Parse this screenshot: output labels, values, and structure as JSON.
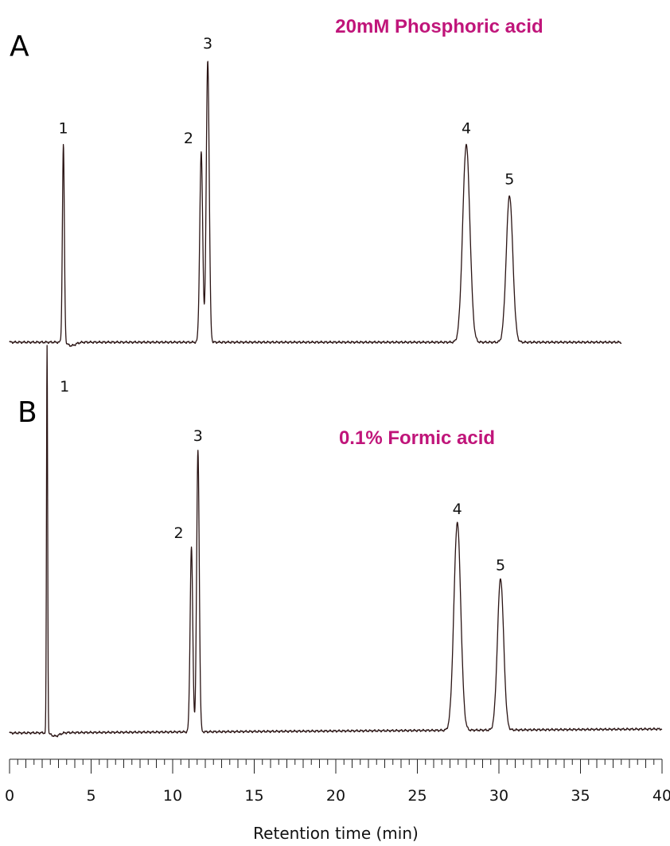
{
  "chart_data": {
    "type": "line",
    "xlabel": "Retention time (min)",
    "xlim": [
      0,
      40
    ],
    "x_ticks": [
      0,
      5,
      10,
      15,
      20,
      25,
      30,
      35,
      40
    ],
    "x_minor_step": 0.5,
    "line_color": "#2a1414",
    "label_color": "#c0157a",
    "panels": [
      {
        "letter": "A",
        "condition": "20mM Phosphoric acid",
        "x_end": 37.5,
        "peaks": [
          {
            "label": "1",
            "rt": 3.3,
            "height": 0.7,
            "width": 0.06
          },
          {
            "label": "2",
            "rt": 11.75,
            "height": 0.67,
            "width": 0.09
          },
          {
            "label": "3",
            "rt": 12.15,
            "height": 1.0,
            "width": 0.09
          },
          {
            "label": "4",
            "rt": 28.0,
            "height": 0.7,
            "width": 0.22
          },
          {
            "label": "5",
            "rt": 30.65,
            "height": 0.52,
            "width": 0.2
          }
        ]
      },
      {
        "letter": "B",
        "condition": "0.1% Formic acid",
        "x_end": 40,
        "peaks": [
          {
            "label": "1",
            "rt": 2.3,
            "height": 1.38,
            "width": 0.035
          },
          {
            "label": "2",
            "rt": 11.15,
            "height": 0.66,
            "width": 0.08
          },
          {
            "label": "3",
            "rt": 11.55,
            "height": 1.0,
            "width": 0.08
          },
          {
            "label": "4",
            "rt": 27.45,
            "height": 0.74,
            "width": 0.21
          },
          {
            "label": "5",
            "rt": 30.1,
            "height": 0.54,
            "width": 0.19
          }
        ]
      }
    ]
  }
}
